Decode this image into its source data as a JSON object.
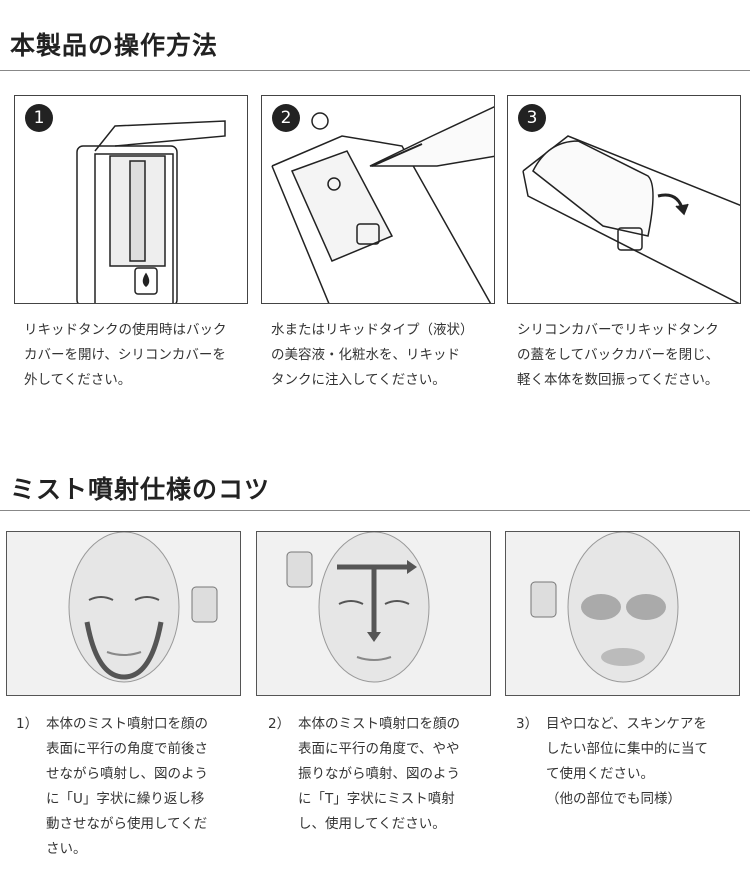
{
  "section1": {
    "title": "本製品の操作方法",
    "steps": [
      {
        "number": "1",
        "lines": [
          "リキッドタンクの使用時はバック",
          "カバーを開け、シリコンカバーを",
          "外してください。"
        ]
      },
      {
        "number": "2",
        "lines": [
          "水またはリキッドタイプ（液状）",
          "の美容液・化粧水を、リキッド",
          "タンクに注入してください。"
        ]
      },
      {
        "number": "3",
        "lines": [
          "シリコンカバーでリキッドタンク",
          "の蓋をしてバックカバーを閉じ、",
          "軽く本体を数回振ってください。"
        ]
      }
    ]
  },
  "section2": {
    "title": "ミスト噴射仕様のコツ",
    "tips": [
      {
        "number": "1）",
        "lines": [
          "本体のミスト噴射口を顔の",
          "表面に平行の角度で前後さ",
          "せながら噴射し、図のよう",
          "に「U」字状に繰り返し移",
          "動させながら使用してくだ",
          "さい。"
        ]
      },
      {
        "number": "2）",
        "lines": [
          "本体のミスト噴射口を顔の",
          "表面に平行の角度で、やや",
          "振りながら噴射、図のよう",
          "に「T」字状にミスト噴射",
          "し、使用してください。"
        ]
      },
      {
        "number": "3）",
        "lines": [
          "目や口など、スキンケアを",
          "したい部位に集中的に当て",
          "て使用ください。",
          "（他の部位でも同様）"
        ]
      }
    ]
  }
}
